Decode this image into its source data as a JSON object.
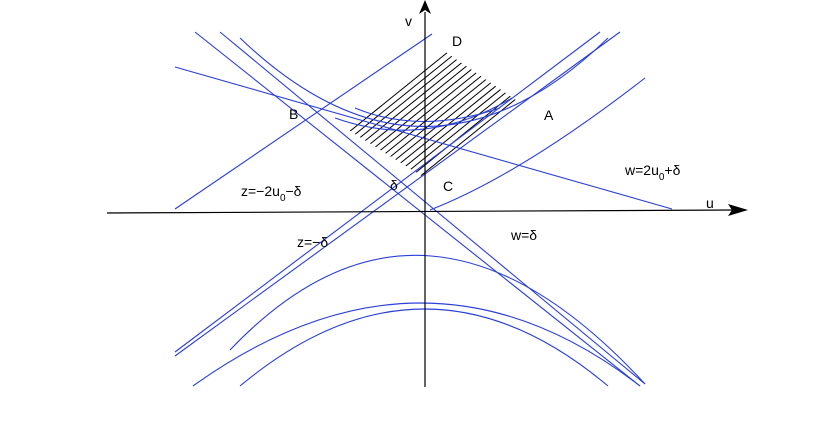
{
  "axes": {
    "horizontal": "u",
    "vertical": "v"
  },
  "points": {
    "A": "A",
    "B": "B",
    "C": "C",
    "D": "D"
  },
  "labels": {
    "delta": "δ",
    "z_neg_delta": "z=−δ",
    "w_delta": "w=δ",
    "z_neg_2u0_delta": {
      "pre": "z=−2u",
      "sub": "0",
      "post": "−δ"
    },
    "w_2u0_delta": {
      "pre": "w=2u",
      "sub": "0",
      "post": "+δ"
    }
  },
  "colors": {
    "curves": "#2a3fd8",
    "axes": "#000000",
    "hatching": "#000000"
  },
  "region": {
    "hatched": true
  }
}
